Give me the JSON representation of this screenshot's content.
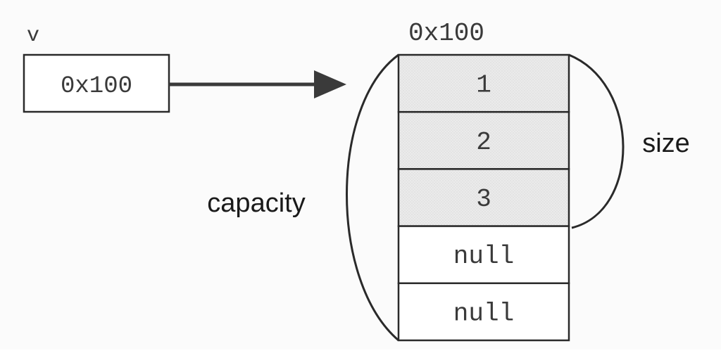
{
  "variable": {
    "name": "v",
    "value": "0x100"
  },
  "array": {
    "address": "0x100",
    "cells": [
      {
        "value": "1",
        "filled": true
      },
      {
        "value": "2",
        "filled": true
      },
      {
        "value": "3",
        "filled": true
      },
      {
        "value": "null",
        "filled": false
      },
      {
        "value": "null",
        "filled": false
      }
    ]
  },
  "labels": {
    "size": "size",
    "capacity": "capacity"
  },
  "colors": {
    "filled_cell": "#e6e6e6",
    "empty_cell": "#ffffff",
    "stroke": "#2a2a2a"
  }
}
